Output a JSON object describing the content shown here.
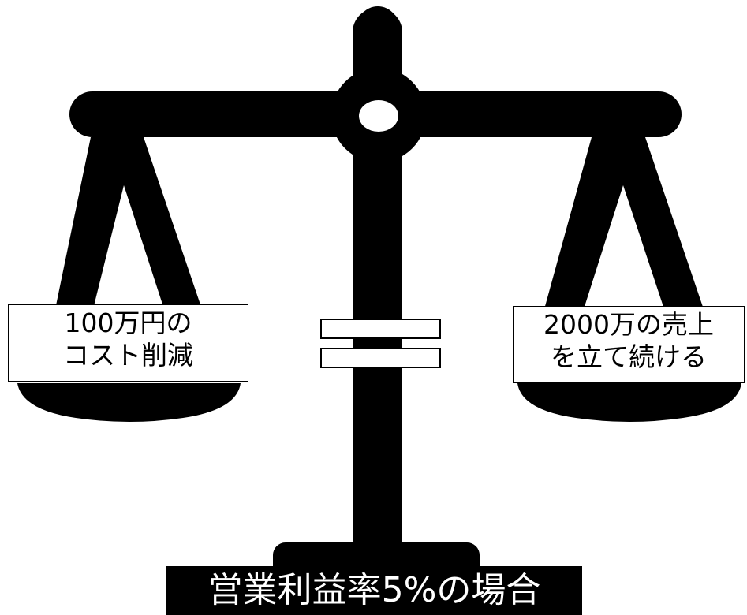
{
  "colors": {
    "ink": "#000000",
    "paper": "#ffffff"
  },
  "left_label": {
    "line1": "100万円の",
    "line2": "コスト削減"
  },
  "right_label": {
    "line1": "2000万の売上",
    "line2": "を立て続ける"
  },
  "equals_icon": "equals-sign-icon",
  "caption": "営業利益率5%の場合"
}
